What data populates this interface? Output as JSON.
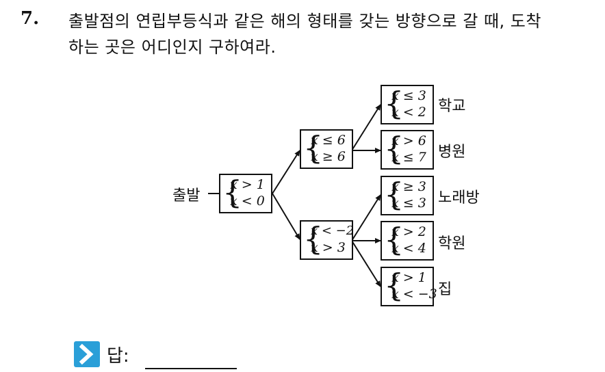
{
  "question": {
    "number": "7.",
    "line1": "출발점의 연립부등식과 같은 해의 형태를 갖는 방향으로 갈 때, 도착",
    "line2": "하는 곳은 어디인지 구하여라."
  },
  "diagram": {
    "start_label": "출발",
    "start_box": {
      "top": "x > 1",
      "bottom": "x < 0"
    },
    "mid_upper": {
      "top": "x ≤ 6",
      "bottom": "x ≥ 6"
    },
    "mid_lower": {
      "top": "x < −2",
      "bottom": "x > 3"
    },
    "end_1": {
      "top": "x ≤ 3",
      "bottom": "x < 2",
      "label": "학교"
    },
    "end_2": {
      "top": "x > 6",
      "bottom": "x ≤ 7",
      "label": "병원"
    },
    "end_3": {
      "top": "x ≥ 3",
      "bottom": "x ≤ 3",
      "label": "노래방"
    },
    "end_4": {
      "top": "x > 2",
      "bottom": "x < 4",
      "label": "학원"
    },
    "end_5": {
      "top": "x > 1",
      "bottom": "x < −3",
      "label": "집"
    }
  },
  "answer": {
    "label": "답:",
    "icon": "chevron-right-icon",
    "icon_color": "#2a9fd8"
  }
}
